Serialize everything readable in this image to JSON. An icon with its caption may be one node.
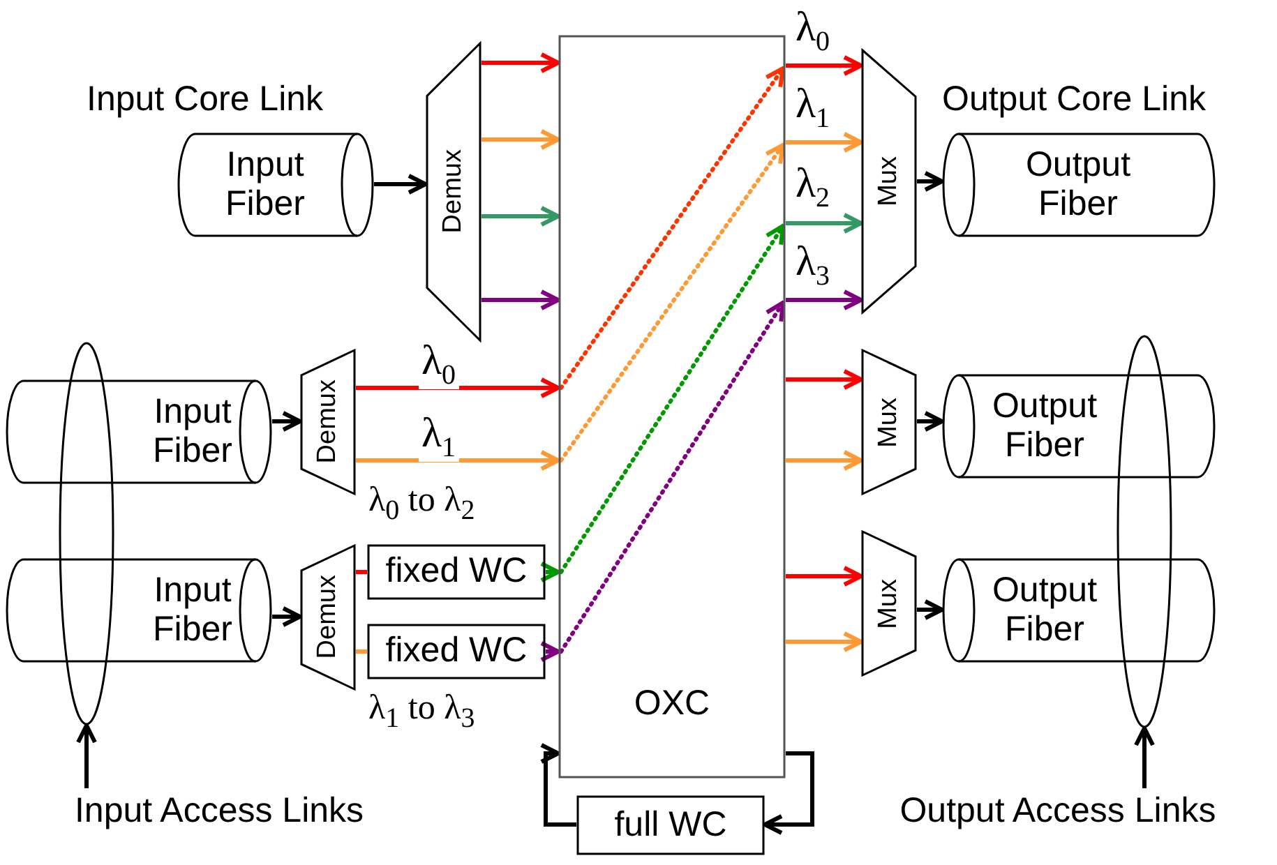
{
  "diagram": {
    "nodes": [
      {
        "text": [
          "Input Fiber"
        ],
        "beside": [
          "Input Core Link"
        ]
      },
      {
        "text": [
          "Demux"
        ]
      },
      {
        "text": [
          "OXC"
        ]
      },
      {
        "text": [
          "Mux"
        ]
      },
      {
        "text": [
          "Output Fiber"
        ],
        "beside": [
          "Output Core Link"
        ]
      },
      {
        "text": [
          "Input Fiber"
        ]
      },
      {
        "text": [
          "Demux"
        ]
      },
      {
        "text": [
          "Input Fiber"
        ]
      },
      {
        "text": [
          "Demux"
        ]
      },
      {
        "text": [
          "fixed WC"
        ],
        "beside": [
          "λ$_{0}$ to λ$_{2}$"
        ]
      },
      {
        "text": [
          "fixed WC"
        ],
        "beside": [
          "λ$_{1}$ to λ$_{3}$"
        ]
      },
      {
        "text": [
          "Mux"
        ]
      },
      {
        "text": [
          "Output Fiber"
        ]
      },
      {
        "text": [
          "Mux"
        ]
      },
      {
        "text": [
          "Output Fiber"
        ]
      },
      {
        "text": [
          "full WC"
        ]
      },
      {
        "text": [],
        "shape": "ellipse"
      },
      {
        "text": [
          "Input Access Links"
        ]
      },
      {
        "text": [],
        "shape": "ellipse"
      },
      {
        "text": [
          "Output Access Links"
        ]
      }
    ],
    "edges": [
      {
        "from": 0,
        "to": 1,
        "arrow": "to"
      },
      {
        "from": 1,
        "to": 2,
        "arrow": "to",
        "color": "#ff0000"
      },
      {
        "from": 1,
        "to": 2,
        "arrow": "to",
        "color": "#ff9933"
      },
      {
        "from": 1,
        "to": 2,
        "arrow": "to",
        "color": "#339966"
      },
      {
        "from": 1,
        "to": 2,
        "arrow": "to",
        "color": "#800080"
      },
      {
        "from": 5,
        "to": 6,
        "arrow": "to"
      },
      {
        "from": 6,
        "to": 2,
        "arrow": "to",
        "label": "λ$_{0}$",
        "color": "#ff0000"
      },
      {
        "from": 6,
        "to": 2,
        "arrow": "to",
        "label": "λ$_{1}$",
        "color": "#ff9933"
      },
      {
        "from": 7,
        "to": 8,
        "arrow": "to"
      },
      {
        "from": 8,
        "to": 9,
        "arrow": "none",
        "color": "#ff0000"
      },
      {
        "from": 8,
        "to": 10,
        "arrow": "none",
        "color": "#ff9933"
      },
      {
        "from": 9,
        "to": 2,
        "arrow": "to",
        "color": "#009900"
      },
      {
        "from": 10,
        "to": 2,
        "arrow": "to",
        "color": "#800080"
      },
      {
        "from": 2,
        "to": 3,
        "arrow": "to",
        "label": "λ$_{0}$",
        "color": "#ff0000"
      },
      {
        "from": 2,
        "to": 3,
        "arrow": "to",
        "label": "λ$_{1}$",
        "color": "#ff9933"
      },
      {
        "from": 2,
        "to": 3,
        "arrow": "to",
        "label": "λ$_{2}$",
        "color": "#339966"
      },
      {
        "from": 2,
        "to": 3,
        "arrow": "to",
        "label": "λ$_{3}$",
        "color": "#800080"
      },
      {
        "from": 3,
        "to": 4,
        "arrow": "to"
      },
      {
        "from": 2,
        "to": 11,
        "arrow": "to",
        "color": "#ff0000"
      },
      {
        "from": 2,
        "to": 11,
        "arrow": "to",
        "color": "#ff9933"
      },
      {
        "from": 11,
        "to": 12,
        "arrow": "to"
      },
      {
        "from": 2,
        "to": 13,
        "arrow": "to",
        "color": "#ff0000"
      },
      {
        "from": 2,
        "to": 13,
        "arrow": "to",
        "color": "#ff9933"
      },
      {
        "from": 13,
        "to": 14,
        "arrow": "to"
      },
      {
        "from": 2,
        "to": 15,
        "arrow": "to"
      },
      {
        "from": 15,
        "to": 2,
        "arrow": "to"
      },
      {
        "from": 17,
        "to": 16,
        "arrow": "to"
      },
      {
        "from": 19,
        "to": 18,
        "arrow": "to"
      }
    ]
  }
}
